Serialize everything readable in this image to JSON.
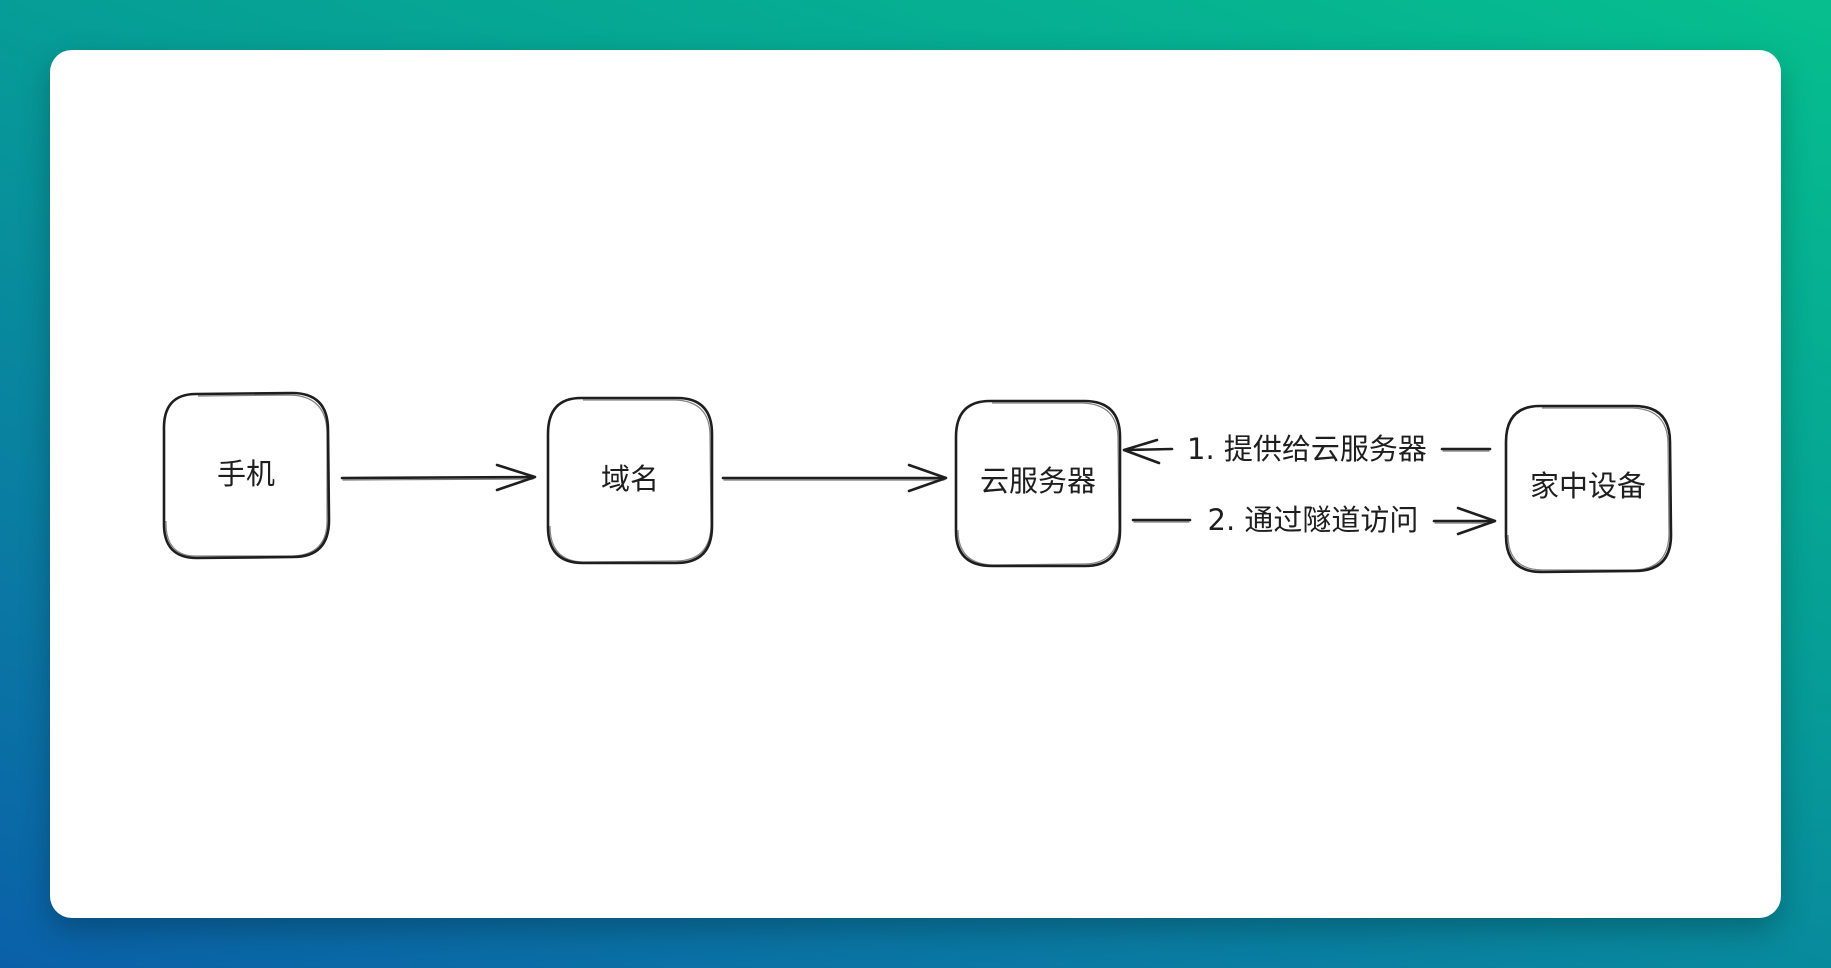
{
  "diagram": {
    "nodes": [
      {
        "id": "phone",
        "label": "手机"
      },
      {
        "id": "domain",
        "label": "域名"
      },
      {
        "id": "cloud",
        "label": "云服务器"
      },
      {
        "id": "home",
        "label": "家中设备"
      }
    ],
    "edges": [
      {
        "from": "phone",
        "to": "domain",
        "label": ""
      },
      {
        "from": "domain",
        "to": "cloud",
        "label": ""
      },
      {
        "from": "home",
        "to": "cloud",
        "label": "1. 提供给云服务器"
      },
      {
        "from": "cloud",
        "to": "home",
        "label": "2. 通过隧道访问"
      }
    ]
  },
  "colors": {
    "background_top": "#06bf8e",
    "background_bottom": "#0a60a8",
    "card": "#ffffff",
    "stroke": "#1e1e1e"
  }
}
